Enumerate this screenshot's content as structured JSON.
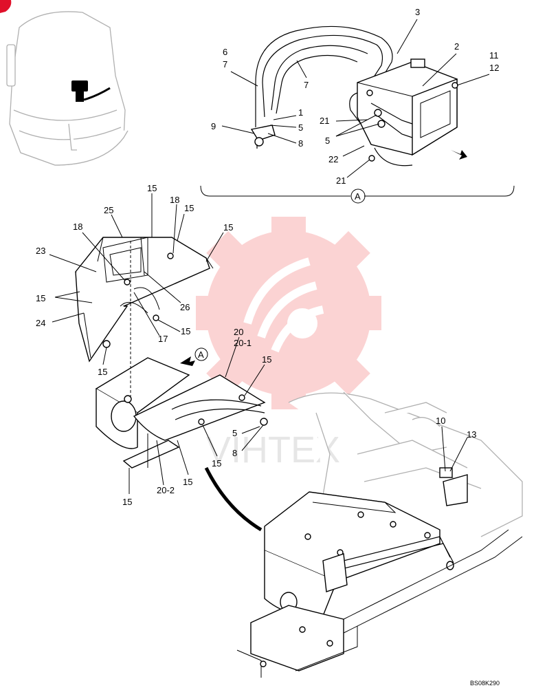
{
  "diagram": {
    "reference_code": "BS08K290",
    "watermark_text": "VIHTEX",
    "view_marker": "A",
    "detail_arrow_label": "A",
    "callouts": {
      "c3": "3",
      "c2": "2",
      "c11": "11",
      "c12": "12",
      "c6": "6",
      "c7a": "7",
      "c7b": "7",
      "c1": "1",
      "c5a": "5",
      "c8a": "8",
      "c9": "9",
      "c21a": "21",
      "c5b": "5",
      "c22": "22",
      "c21b": "21",
      "c15a": "15",
      "c18a": "18",
      "c15b": "15",
      "c25": "25",
      "c15c": "15",
      "c18b": "18",
      "c23": "23",
      "c15d": "15",
      "c26": "26",
      "c24": "24",
      "c17": "17",
      "c15e": "15",
      "c20": "20",
      "c20_1": "20-1",
      "c15f": "15",
      "c15g": "15",
      "c5c": "5",
      "c8b": "8",
      "c15h": "15",
      "c15i": "15",
      "c20_2": "20-2",
      "c15j": "15",
      "c10": "10",
      "c13": "13"
    },
    "colors": {
      "line": "#000000",
      "frame_line": "#b0b0b0",
      "watermark": "#ee3b3b",
      "corner_mark": "#e0102a"
    }
  }
}
